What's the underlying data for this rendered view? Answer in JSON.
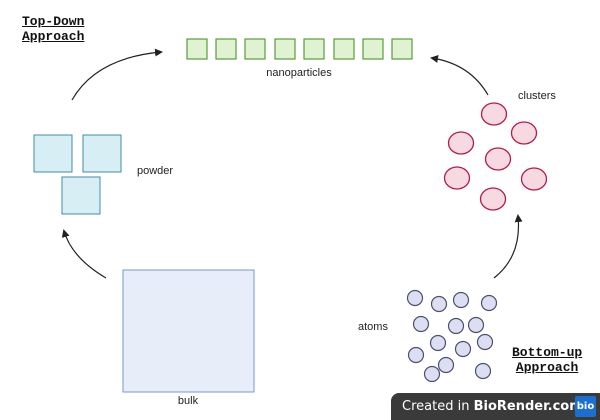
{
  "headings": {
    "top_down": [
      "Top-Down",
      "Approach"
    ],
    "bottom_up": [
      "Bottom-up",
      "Approach"
    ]
  },
  "labels": {
    "nanoparticles": "nanoparticles",
    "clusters": "clusters",
    "powder": "powder",
    "atoms": "atoms",
    "bulk": "bulk"
  },
  "badge": {
    "prefix": "Created in ",
    "brand": "BioRender.com",
    "logo": "bio"
  },
  "colors": {
    "nanoparticle_fill": "#dff2d2",
    "nanoparticle_stroke": "#5c9d3a",
    "powder_fill": "#d8eef5",
    "powder_stroke": "#3f8fa5",
    "bulk_fill": "#e7eefa",
    "bulk_stroke": "#7a98c8",
    "cluster_fill": "#f7d9e2",
    "cluster_stroke": "#b31c4c",
    "atom_fill": "#dcdff2",
    "atom_stroke": "#4c4f73",
    "arrow": "#222222"
  },
  "counts": {
    "nanoparticles": 8,
    "clusters": 7,
    "atoms": 14,
    "powder_blocks": 3
  }
}
